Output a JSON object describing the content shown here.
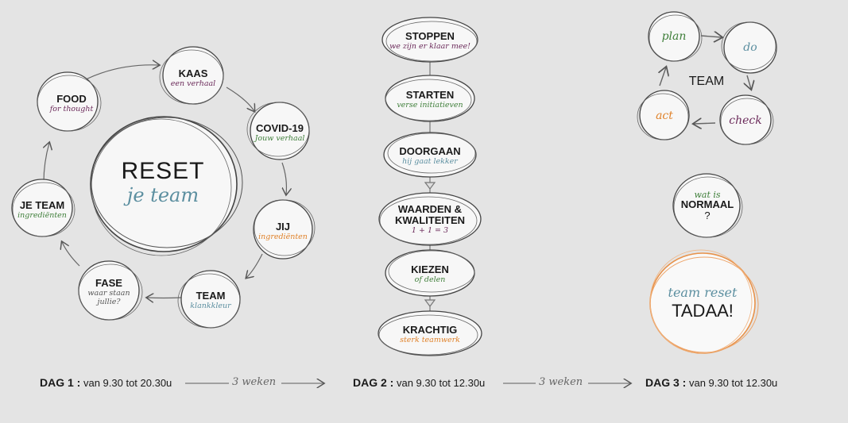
{
  "reset": {
    "title": "RESET",
    "subtitle": "je team"
  },
  "day1": {
    "food": {
      "title": "FOOD",
      "sub": "for thought"
    },
    "kaas": {
      "title": "KAAS",
      "sub": "een verhaal"
    },
    "covid": {
      "title": "COVID-19",
      "sub": "Jouw verhaal"
    },
    "jij": {
      "title": "JIJ",
      "sub": "ingrediënten"
    },
    "team": {
      "title": "TEAM",
      "sub": "klankkleur"
    },
    "fase": {
      "title": "FASE",
      "sub": "waar staan jullie?"
    },
    "jeteam": {
      "title": "JE TEAM",
      "sub": "ingrediënten"
    }
  },
  "day2": {
    "stoppen": {
      "title": "STOPPEN",
      "sub": "we zijn er klaar mee!"
    },
    "starten": {
      "title": "STARTEN",
      "sub": "verse initiatieven"
    },
    "doorgaan": {
      "title": "DOORGAAN",
      "sub": "hij gaat lekker"
    },
    "waarden": {
      "title1": "WAARDEN &",
      "title2": "KWALITEITEN",
      "sub": "1 + 1 = 3"
    },
    "kiezen": {
      "title": "KIEZEN",
      "sub": "of delen"
    },
    "krachtig": {
      "title": "KRACHTIG",
      "sub": "sterk teamwerk"
    }
  },
  "day3": {
    "plan": "plan",
    "do": "do",
    "check": "check",
    "act": "act",
    "center": "TEAM",
    "normaal": {
      "pre": "wat is",
      "title": "NORMAAL",
      "q": "?"
    },
    "tadaa": {
      "pre": "team reset",
      "title": "TADAA!"
    }
  },
  "footer": {
    "dag1_label": "DAG 1 :",
    "dag1_time": "van 9.30 tot 20.30u",
    "weken1": "3 weken",
    "dag2_label": "DAG 2 :",
    "dag2_time": "van 9.30 tot 12.30u",
    "weken2": "3 weken",
    "dag3_label": "DAG 3 :",
    "dag3_time": "van 9.30 tot 12.30u"
  },
  "colors": {
    "purple": "#6b2a5a",
    "green": "#3f7f3a",
    "orange": "#e0822a",
    "blue": "#5c8fa0",
    "stroke": "#555555"
  }
}
